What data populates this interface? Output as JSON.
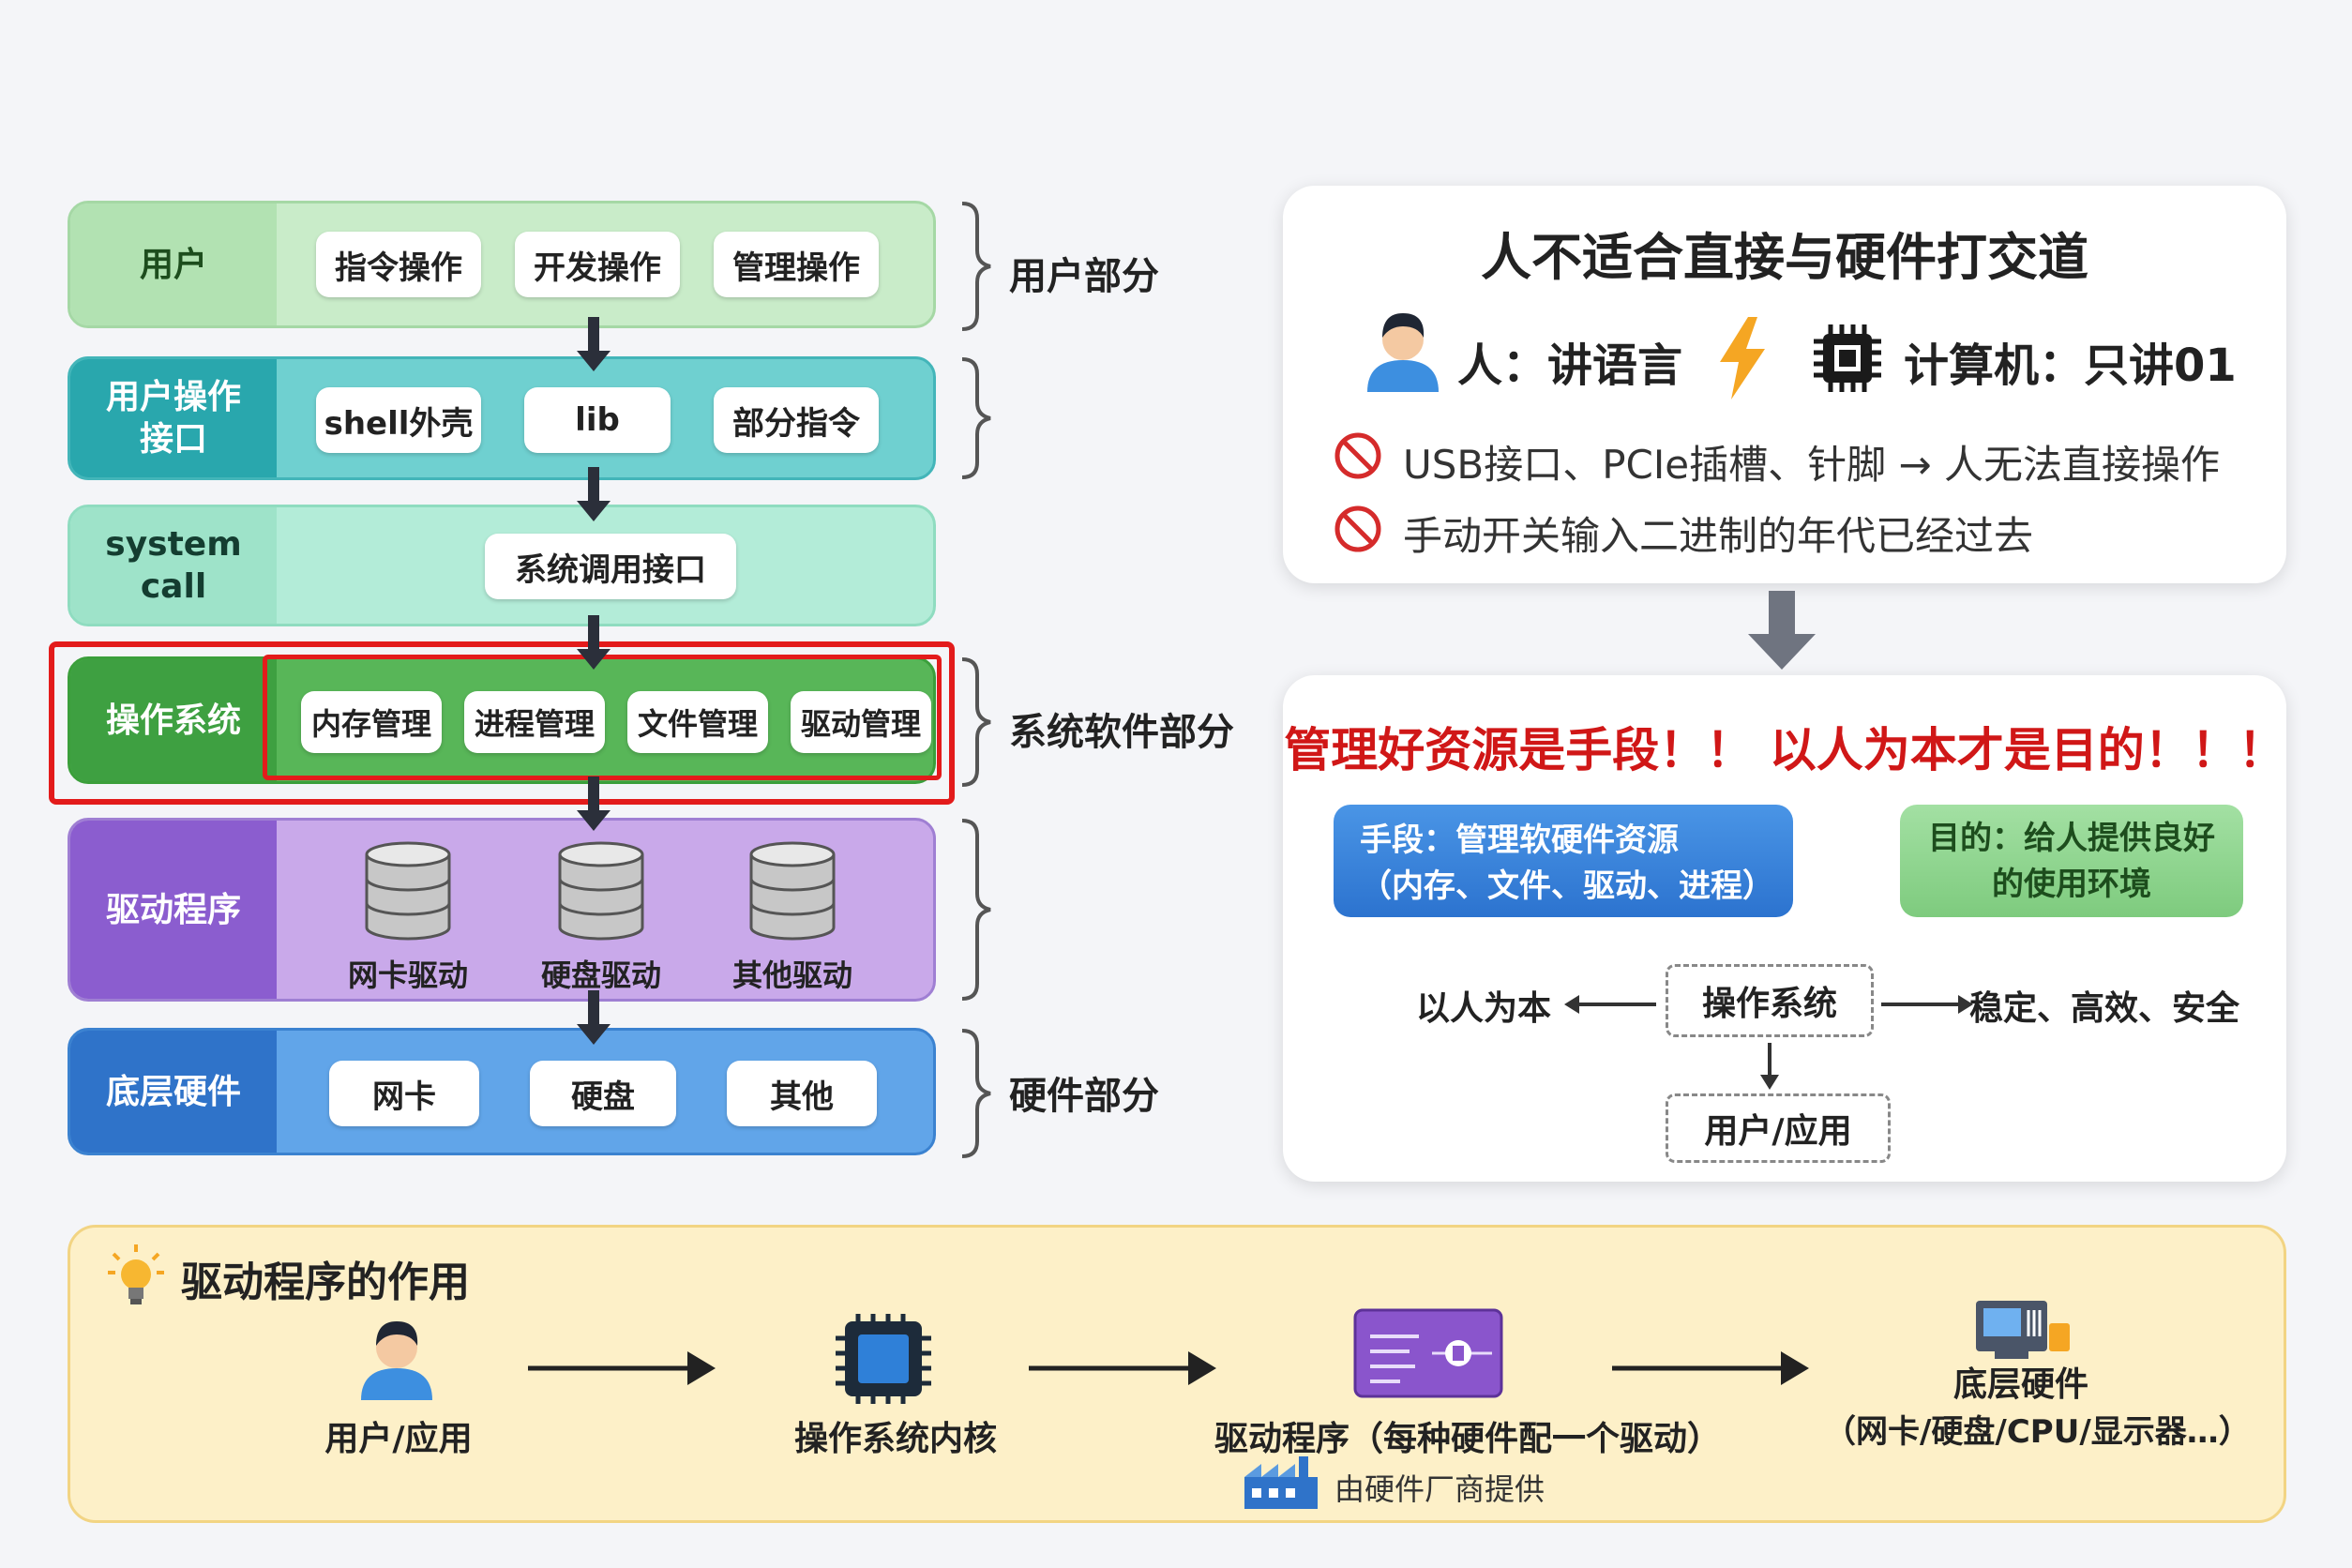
{
  "layers": {
    "user": {
      "name": "用户",
      "items": [
        "指令操作",
        "开发操作",
        "管理操作"
      ]
    },
    "ui": {
      "name": "用户操作\n接口",
      "items": [
        "shell外壳",
        "lib",
        "部分指令"
      ]
    },
    "syscall": {
      "name": "system call",
      "item": "系统调用接口"
    },
    "os": {
      "name": "操作系统",
      "items": [
        "内存管理",
        "进程管理",
        "文件管理",
        "驱动管理"
      ]
    },
    "driver": {
      "name": "驱动程序",
      "items": [
        "网卡驱动",
        "硬盘驱动",
        "其他驱动"
      ]
    },
    "hw": {
      "name": "底层硬件",
      "items": [
        "网卡",
        "硬盘",
        "其他"
      ]
    }
  },
  "braces": {
    "user_part": "用户部分",
    "system_part": "系统软件部分",
    "hardware_part": "硬件部分"
  },
  "card1": {
    "title": "人不适合直接与硬件打交道",
    "human": "人：讲语言",
    "computer": "计算机：只讲01",
    "points": [
      "USB接口、PCIe插槽、针脚 → 人无法直接操作",
      "手动开关输入二进制的年代已经过去"
    ]
  },
  "card2": {
    "title": "管理好资源是手段！！ 以人为本才是目的！！！",
    "means": "手段：管理软硬件资源\n（内存、文件、驱动、进程）",
    "goal": "目的：给人提供良好\n的使用环境",
    "left": "以人为本",
    "center": "操作系统",
    "right": "稳定、高效、安全",
    "bottom": "用户/应用"
  },
  "panel": {
    "title": "驱动程序的作用",
    "steps": [
      "用户/应用",
      "操作系统内核",
      "驱动程序（每种硬件配一个驱动）",
      "底层硬件"
    ],
    "hw_sub": "（网卡/硬盘/CPU/显示器…）",
    "vendor": "由硬件厂商提供"
  },
  "colors": {
    "highlight": "#e31b1b",
    "title_red": "#d01717",
    "arrow": "#2b2f3a"
  }
}
